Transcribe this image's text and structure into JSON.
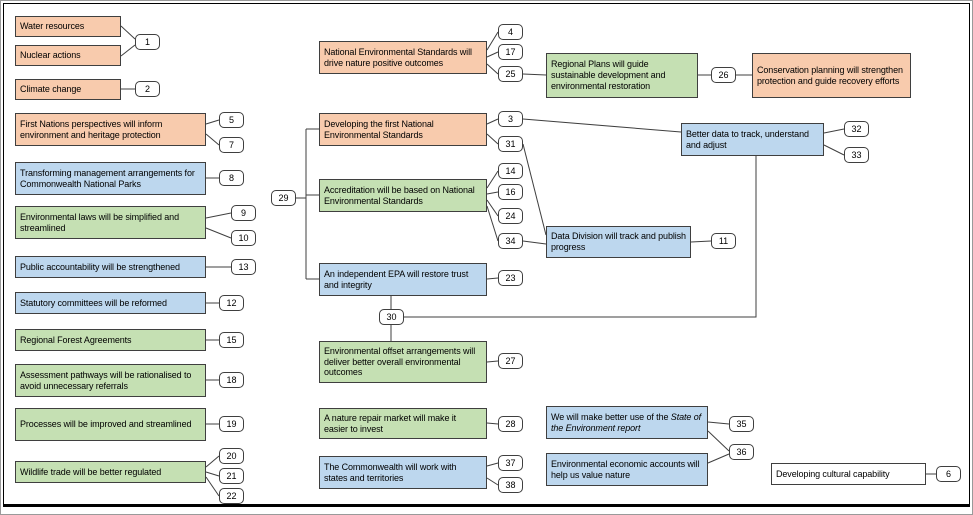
{
  "colors": {
    "orange": "#f8cbad",
    "blue": "#bdd7ee",
    "green": "#c5e0b3",
    "white": "#ffffff",
    "line": "#3f3f3f"
  },
  "boxes": {
    "water_resources": {
      "label": "Water resources"
    },
    "nuclear_actions": {
      "label": "Nuclear actions"
    },
    "climate_change": {
      "label": "Climate change"
    },
    "first_nations": {
      "label": "First Nations perspectives will inform environment and heritage protection"
    },
    "transforming_management": {
      "label": "Transforming management arrangements for Commonwealth National Parks"
    },
    "environmental_laws": {
      "label": "Environmental laws will be simplified and streamlined"
    },
    "public_accountability": {
      "label": "Public accountability will be strengthened"
    },
    "statutory_committees": {
      "label": "Statutory committees will be reformed"
    },
    "regional_forest": {
      "label": "Regional Forest Agreements"
    },
    "assessment_pathways": {
      "label": "Assessment pathways will be rationalised to avoid unnecessary referrals"
    },
    "processes_improved": {
      "label": "Processes will be improved and streamlined"
    },
    "wildlife_trade": {
      "label": "Wildlife trade will be better regulated"
    },
    "nes_outcomes": {
      "label": "National Environmental Standards will drive nature positive outcomes"
    },
    "developing_nes": {
      "label": "Developing the first National Environmental Standards"
    },
    "accreditation": {
      "label": "Accreditation will be based on National Environmental Standards"
    },
    "independent_epa": {
      "label": "An independent EPA will restore trust and integrity"
    },
    "environmental_offset": {
      "label": "Environmental offset arrangements will deliver better overall environmental outcomes"
    },
    "nature_repair": {
      "label": "A nature repair market will make it easier to invest"
    },
    "commonwealth_states": {
      "label": "The Commonwealth will work with states and territories"
    },
    "regional_plans": {
      "label": "Regional Plans will guide sustainable development and environmental restoration"
    },
    "conservation_planning": {
      "label": "Conservation planning will strengthen protection and guide recovery efforts"
    },
    "better_data": {
      "label": "Better data to track, understand and adjust"
    },
    "data_division": {
      "label": "Data Division will track and publish progress"
    },
    "soe_report": {
      "label_normal": "We will make better use of the ",
      "label_italic": "State of the Environment report"
    },
    "economic_accounts": {
      "label": "Environmental economic accounts will help us value nature"
    },
    "cultural_capability": {
      "label": "Developing cultural capability"
    }
  },
  "nodes": {
    "n1": "1",
    "n2": "2",
    "n3": "3",
    "n4": "4",
    "n5": "5",
    "n6": "6",
    "n7": "7",
    "n8": "8",
    "n9": "9",
    "n10": "10",
    "n11": "11",
    "n12": "12",
    "n13": "13",
    "n14": "14",
    "n15": "15",
    "n16": "16",
    "n17": "17",
    "n18": "18",
    "n19": "19",
    "n20": "20",
    "n21": "21",
    "n22": "22",
    "n23": "23",
    "n24": "24",
    "n25": "25",
    "n26": "26",
    "n27": "27",
    "n28": "28",
    "n29": "29",
    "n30": "30",
    "n31": "31",
    "n32": "32",
    "n33": "33",
    "n34": "34",
    "n35": "35",
    "n36": "36",
    "n37": "37",
    "n38": "38"
  }
}
